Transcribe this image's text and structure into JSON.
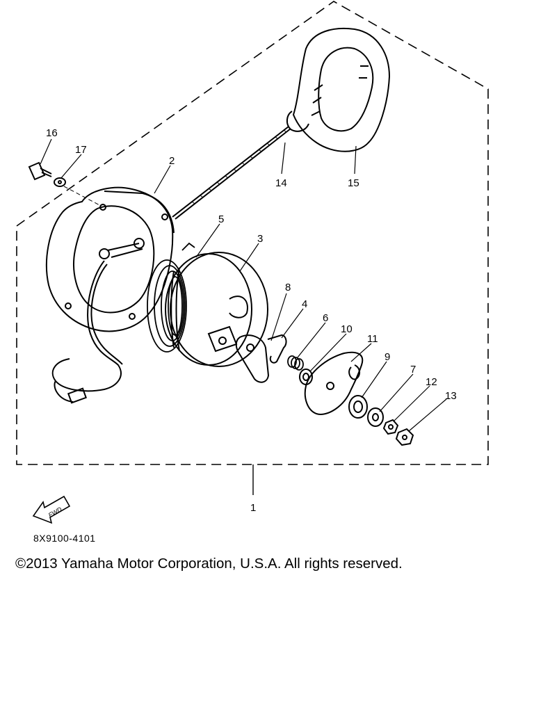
{
  "callouts": [
    {
      "id": "16",
      "label": "16"
    },
    {
      "id": "17",
      "label": "17"
    },
    {
      "id": "2",
      "label": "2"
    },
    {
      "id": "14",
      "label": "14"
    },
    {
      "id": "15",
      "label": "15"
    },
    {
      "id": "5",
      "label": "5"
    },
    {
      "id": "3",
      "label": "3"
    },
    {
      "id": "8",
      "label": "8"
    },
    {
      "id": "4",
      "label": "4"
    },
    {
      "id": "6",
      "label": "6"
    },
    {
      "id": "10",
      "label": "10"
    },
    {
      "id": "11",
      "label": "11"
    },
    {
      "id": "9",
      "label": "9"
    },
    {
      "id": "7",
      "label": "7"
    },
    {
      "id": "12",
      "label": "12"
    },
    {
      "id": "13",
      "label": "13"
    },
    {
      "id": "1",
      "label": "1"
    }
  ],
  "fwd_arrow_text": "FWD",
  "drawing_code": "8X9100-4101",
  "copyright": "©2013 Yamaha Motor Corporation, U.S.A. All rights reserved."
}
